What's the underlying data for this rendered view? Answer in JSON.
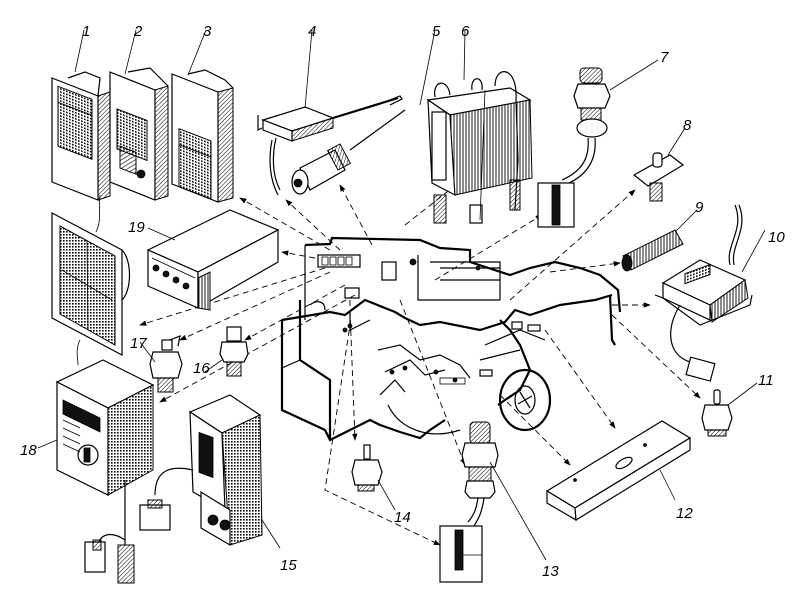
{
  "figure": {
    "type": "exploded-view technical illustration",
    "subject": "vehicle instrument cluster and electrical sensors with installation locations"
  },
  "callouts": [
    {
      "id": "1",
      "label": "1",
      "part": "instrument-gauge-panel-1"
    },
    {
      "id": "2",
      "label": "2",
      "part": "instrument-gauge-panel-2"
    },
    {
      "id": "3",
      "label": "3",
      "part": "instrument-gauge-panel-3"
    },
    {
      "id": "4",
      "label": "4",
      "part": "sensor-module-with-probe"
    },
    {
      "id": "5",
      "label": "5",
      "part": "speed-sensor"
    },
    {
      "id": "6",
      "label": "6",
      "part": "control-unit-box"
    },
    {
      "id": "7",
      "label": "7",
      "part": "threaded-sensor-with-connector"
    },
    {
      "id": "8",
      "label": "8",
      "part": "push-button-switch"
    },
    {
      "id": "9",
      "label": "9",
      "part": "cylindrical-capacitor"
    },
    {
      "id": "10",
      "label": "10",
      "part": "relay-regulator-box"
    },
    {
      "id": "11",
      "label": "11",
      "part": "pressure-switch"
    },
    {
      "id": "12",
      "label": "12",
      "part": "mounting-bar"
    },
    {
      "id": "13",
      "label": "13",
      "part": "temperature-sensor-with-connector"
    },
    {
      "id": "14",
      "label": "14",
      "part": "small-switch-sensor"
    },
    {
      "id": "15",
      "label": "15",
      "part": "indicator-unit-with-knobs"
    },
    {
      "id": "16",
      "label": "16",
      "part": "oil-pressure-sensor"
    },
    {
      "id": "17",
      "label": "17",
      "part": "temperature-sender"
    },
    {
      "id": "18",
      "label": "18",
      "part": "display-gauge-unit"
    },
    {
      "id": "19",
      "label": "19",
      "part": "radio-control-panel"
    }
  ]
}
